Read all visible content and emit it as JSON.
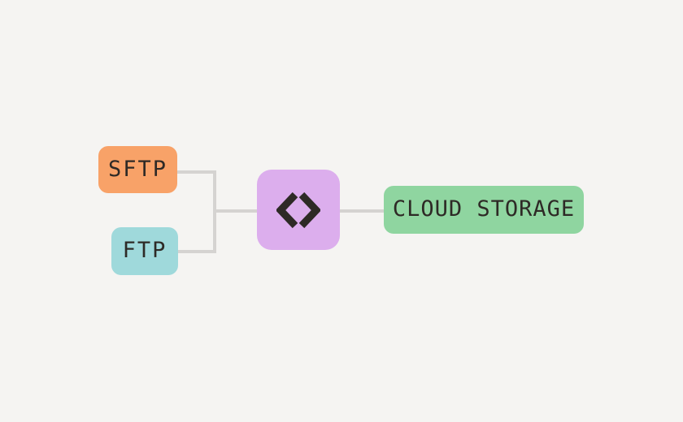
{
  "canvas": {
    "background_color": "#f5f4f2",
    "connector_color": "#d5d3d1",
    "text_color": "#2e2a26"
  },
  "diagram": {
    "nodes": [
      {
        "id": "sftp",
        "label": "SFTP",
        "color": "#f8a268",
        "shape": "rounded-rect"
      },
      {
        "id": "ftp",
        "label": "FTP",
        "color": "#9fd9db",
        "shape": "rounded-rect"
      },
      {
        "id": "transform",
        "label": "",
        "color": "#dcaeed",
        "shape": "rounded-rect",
        "icon": "code-diamond-icon",
        "icon_color": "#2e2a26"
      },
      {
        "id": "cloud-storage",
        "label": "CLOUD STORAGE",
        "color": "#8fd5a0",
        "shape": "rounded-rect"
      }
    ],
    "edges": [
      {
        "from": "sftp",
        "to": "transform",
        "style": "elbow"
      },
      {
        "from": "ftp",
        "to": "transform",
        "style": "elbow"
      },
      {
        "from": "transform",
        "to": "cloud-storage",
        "style": "straight"
      }
    ]
  }
}
